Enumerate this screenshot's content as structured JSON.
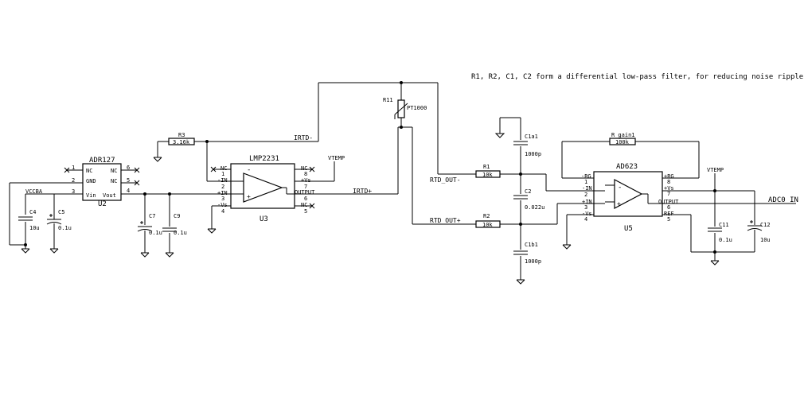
{
  "note": "R1, R2, C1, C2 form a differential low-pass filter, for reducing noise ripple",
  "nets": {
    "vccba": "VCCBA",
    "irtd_minus": "IRTD-",
    "irtd_plus": "IRTD+",
    "rtd_out_minus": "RTD_OUT-",
    "rtd_out_plus": "RTD_OUT+",
    "vtemp": "VTEMP",
    "adc0_in": "ADC0_IN"
  },
  "u2": {
    "part": "ADR127",
    "ref": "U2",
    "pins": {
      "nc_l": "NC",
      "gnd": "GND",
      "vin": "Vin",
      "nc_r1": "NC",
      "nc_r2": "NC",
      "vout": "Vout"
    },
    "nums": {
      "p1": "1",
      "p2": "2",
      "p3": "3",
      "p4": "4",
      "p5": "5",
      "p6": "6"
    }
  },
  "u3": {
    "part": "LMP2231",
    "ref": "U3",
    "pins": {
      "nc1": "NC",
      "in_minus": "-IN",
      "in_plus": "+IN",
      "vs_minus": "-Vs",
      "nc8": "NC",
      "vs_plus": "+Vs",
      "output": "OUTPUT",
      "nc5": "NC"
    },
    "nums": {
      "p1": "1",
      "p2": "2",
      "p3": "3",
      "p4": "4",
      "p5": "5",
      "p6": "6",
      "p7": "7",
      "p8": "8"
    }
  },
  "u5": {
    "part": "AD623",
    "ref": "U5",
    "pins": {
      "rg_minus": "-RG",
      "in_minus": "-IN",
      "in_plus": "+IN",
      "vs_minus": "-Vs",
      "rg_plus": "+RG",
      "vs_plus": "+Vs",
      "output": "OUTPUT",
      "ref": "REF"
    },
    "nums": {
      "p1": "1",
      "p2": "2",
      "p3": "3",
      "p4": "4",
      "p5": "5",
      "p6": "6",
      "p7": "7",
      "p8": "8"
    }
  },
  "components": {
    "r3": {
      "ref": "R3",
      "value": "3.16k"
    },
    "r11": {
      "ref": "R11",
      "value": "PT1000"
    },
    "r1": {
      "ref": "R1",
      "value": "10k"
    },
    "r2": {
      "ref": "R2",
      "value": "10k"
    },
    "rgain": {
      "ref": "R_gain1",
      "value": "100k"
    },
    "c1a1": {
      "ref": "C1a1",
      "value": "1000p"
    },
    "c2": {
      "ref": "C2",
      "value": "0.022u"
    },
    "c1b1": {
      "ref": "C1b1",
      "value": "1000p"
    },
    "c4": {
      "ref": "C4",
      "value": "10u"
    },
    "c5": {
      "ref": "C5",
      "value": "0.1u"
    },
    "c7": {
      "ref": "C7",
      "value": "0.1u"
    },
    "c9": {
      "ref": "C9",
      "value": "0.1u"
    },
    "c11": {
      "ref": "C11",
      "value": "0.1u"
    },
    "c12": {
      "ref": "C12",
      "value": "10u"
    }
  },
  "op_symbols": {
    "minus": "-",
    "plus": "+"
  }
}
